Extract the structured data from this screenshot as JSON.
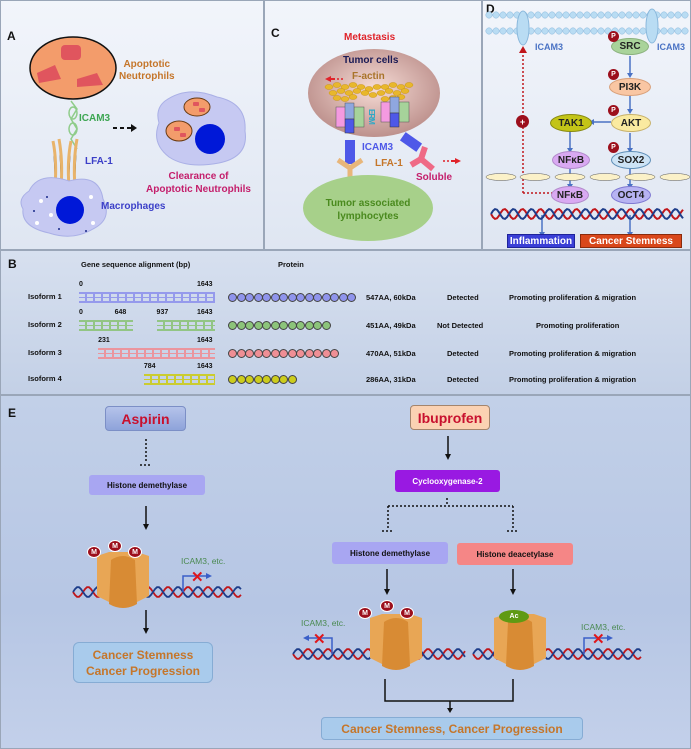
{
  "panelA": {
    "label": "A",
    "apoptotic_neutrophils": [
      "Apoptotic",
      "Neutrophils"
    ],
    "icam3": "ICAM3",
    "lfa1": "LFA-1",
    "macrophages": "Macrophages",
    "clearance": [
      "Clearance of",
      "Apoptotic Neutrophils"
    ]
  },
  "panelC": {
    "label": "C",
    "metastasis": "Metastasis",
    "tumor_cells": "Tumor cells",
    "factin": "F-actin",
    "erm": "ERM",
    "icam3": "ICAM3",
    "lfa1": "LFA-1",
    "soluble": "Soluble",
    "lymphocytes": [
      "Tumor associated",
      "lymphocytes"
    ]
  },
  "panelD": {
    "label": "D",
    "icam3_left": "ICAM3",
    "icam3_right": "ICAM3",
    "nodes": {
      "src": "SRC",
      "pi3k": "PI3K",
      "akt": "AKT",
      "tak1": "TAK1",
      "nfkb_cyto": "NFκB",
      "sox2": "SOX2",
      "nfkb_nuc": "NFκB",
      "oct4": "OCT4"
    },
    "phospho": "P",
    "plus": "+",
    "outcomes": {
      "inflammation": "Inflammation",
      "stemness": "Cancer Stemness"
    }
  },
  "panelB": {
    "label": "B",
    "col_alignment": "Gene sequence alignment (bp)",
    "col_protein": "Protein",
    "isoforms": [
      {
        "name": "Isoform 1",
        "segments": [
          [
            0,
            1643
          ]
        ],
        "ticks": [
          "0",
          "1643"
        ],
        "beads": 15,
        "color": "#8f94ec",
        "size": "547AA, 60kDa",
        "detection": "Detected",
        "function": "Promoting proliferation & migration"
      },
      {
        "name": "Isoform 2",
        "segments": [
          [
            0,
            648
          ],
          [
            937,
            1643
          ]
        ],
        "ticks": [
          "0",
          "648",
          "937",
          "1643"
        ],
        "beads": 12,
        "color": "#8cc47a",
        "size": "451AA, 49kDa",
        "detection": "Not Detected",
        "function": "Promoting proliferation"
      },
      {
        "name": "Isoform 3",
        "segments": [
          [
            231,
            1643
          ]
        ],
        "ticks": [
          "231",
          "1643"
        ],
        "beads": 13,
        "color": "#ef8f95",
        "size": "470AA, 51kDa",
        "detection": "Detected",
        "function": "Promoting proliferation & migration"
      },
      {
        "name": "Isoform 4",
        "segments": [
          [
            784,
            1643
          ]
        ],
        "ticks": [
          "784",
          "1643"
        ],
        "beads": 8,
        "color": "#cccc1c",
        "size": "286AA, 31kDa",
        "detection": "Detected",
        "function": "Promoting proliferation & migration"
      }
    ]
  },
  "panelE": {
    "label": "E",
    "aspirin": {
      "drug": "Aspirin",
      "enzyme": "Histone demethylase",
      "mark": "M",
      "gene": "ICAM3, etc.",
      "outcome": [
        "Cancer Stemness",
        "Cancer Progression"
      ]
    },
    "ibuprofen": {
      "drug": "Ibuprofen",
      "cox": "Cyclooxygenase-2",
      "demethylase": "Histone demethylase",
      "deacetylase": "Histone deacetylase",
      "mark_m": "M",
      "mark_ac": "Ac",
      "gene_left": "ICAM3, etc.",
      "gene_right": "ICAM3, etc.",
      "outcome": "Cancer Stemness, Cancer Progression"
    }
  }
}
